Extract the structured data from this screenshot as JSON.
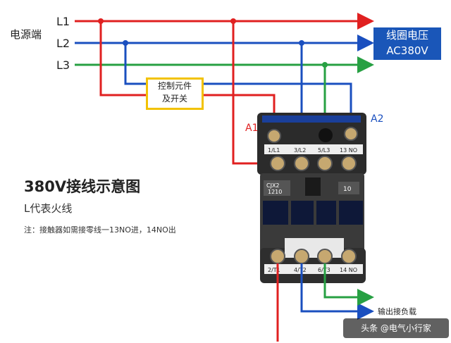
{
  "source_label": "电源端",
  "lines": [
    {
      "label": "L1",
      "color": "#e02020"
    },
    {
      "label": "L2",
      "color": "#1a4fbf"
    },
    {
      "label": "L3",
      "color": "#27a043"
    }
  ],
  "coil_voltage": {
    "line1": "线圈电压",
    "line2": "AC380V"
  },
  "control_box": {
    "line1": "控制元件",
    "line2": "及开关"
  },
  "coil_terminals": {
    "a1": "A1",
    "a2": "A2"
  },
  "contactor": {
    "model_line1": "CJX2",
    "model_line2": "1210",
    "rating_badge": "10",
    "top_terminals": [
      "1/L1",
      "3/L2",
      "5/L3",
      "13 NO"
    ],
    "bottom_terminals": [
      "2/T1",
      "4/T2",
      "6/T3",
      "14 NO"
    ]
  },
  "title": "380V接线示意图",
  "subtitle": "L代表火线",
  "note": "注：接触器如需接零线一13NO进，14NO出",
  "output_label": "输出接负载",
  "watermark": "头条 @电气小行家",
  "colors": {
    "red": "#e02020",
    "blue": "#1a4fbf",
    "green": "#27a043",
    "coil_box": "#1a56b8",
    "control_border": "#f2c200"
  }
}
